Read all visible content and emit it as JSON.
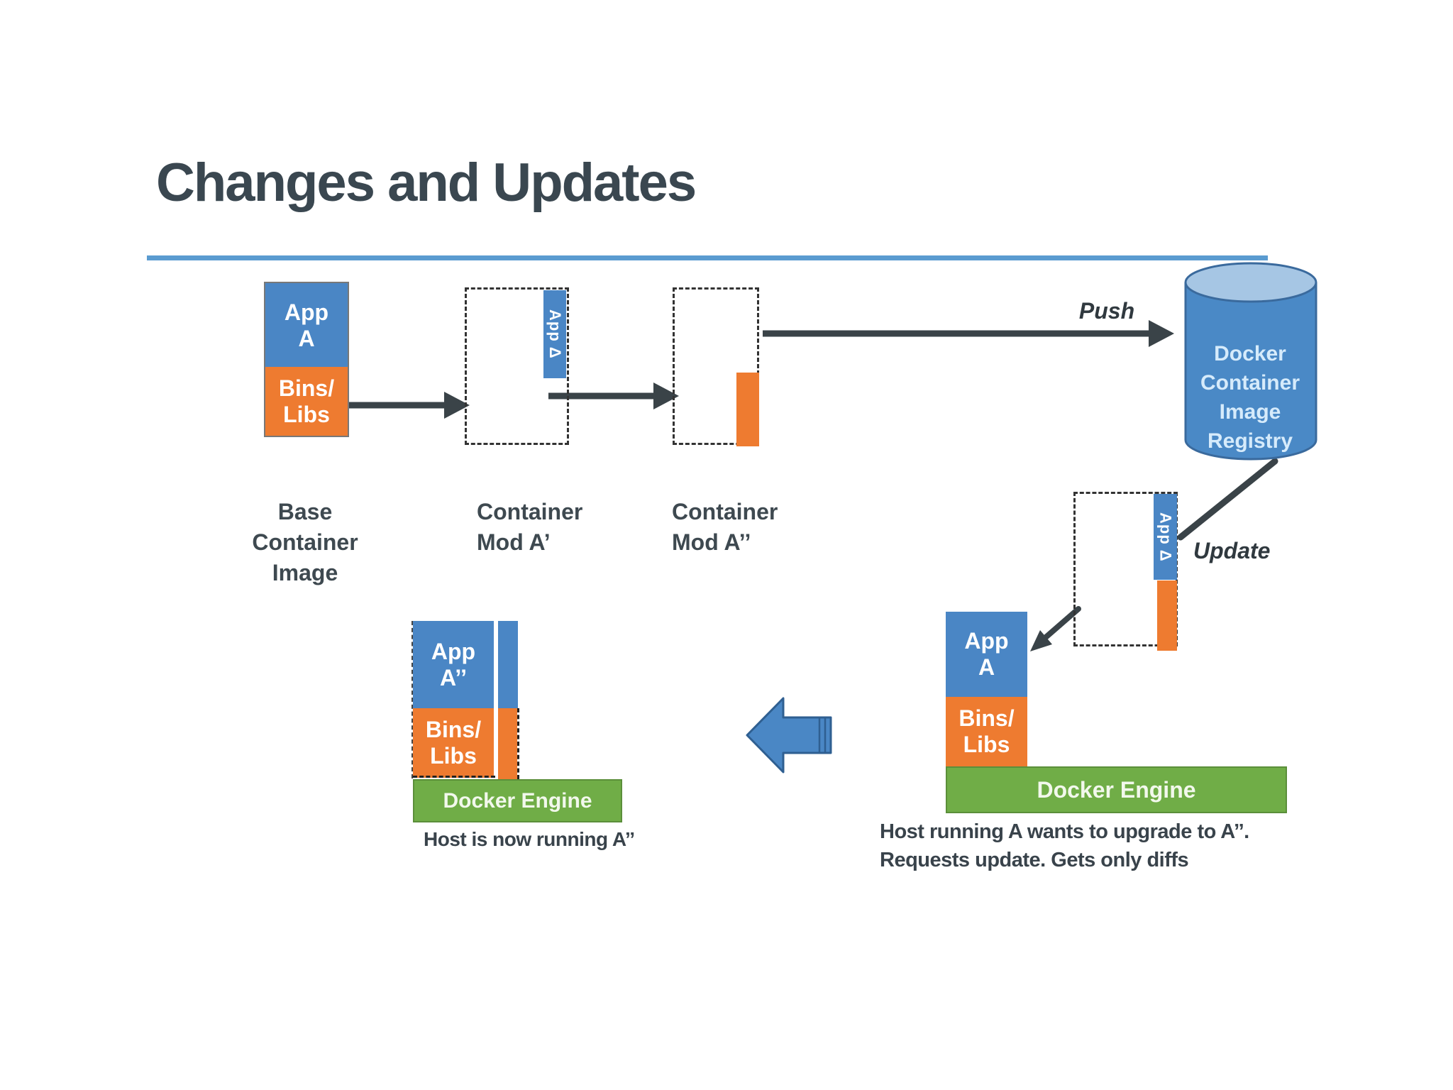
{
  "title": "Changes and Updates",
  "colors": {
    "accent_blue": "#4a86c5",
    "orange": "#ee7b30",
    "green": "#70ad47",
    "rule_blue": "#5a9bd0",
    "arrow_dark": "#3a4348",
    "cylinder_body": "#4a89c6",
    "cylinder_top": "#a6c6e4",
    "text_dark": "#3a4750"
  },
  "base_image": {
    "app_label": "App\nA",
    "bins_label": "Bins/\nLibs",
    "caption": "Base\nContainer\nImage"
  },
  "mod_a1": {
    "strip_label": "App Δ",
    "caption": "Container\nMod A’"
  },
  "mod_a2": {
    "caption": "Container\nMod A’’"
  },
  "push_label": "Push",
  "registry": {
    "label": "Docker\nContainer\nImage\nRegistry"
  },
  "update_label": "Update",
  "update_box": {
    "strip_label": "App Δ"
  },
  "host_right": {
    "app_label": "App\nA",
    "bins_label": "Bins/\nLibs",
    "engine_label": "Docker Engine",
    "caption": "Host running A wants to upgrade to A’’.\nRequests update. Gets only diffs"
  },
  "host_left": {
    "app_label": "App\nA’’",
    "bins_label": "Bins/\nLibs",
    "engine_label": "Docker Engine",
    "caption": "Host is now running A’’"
  }
}
